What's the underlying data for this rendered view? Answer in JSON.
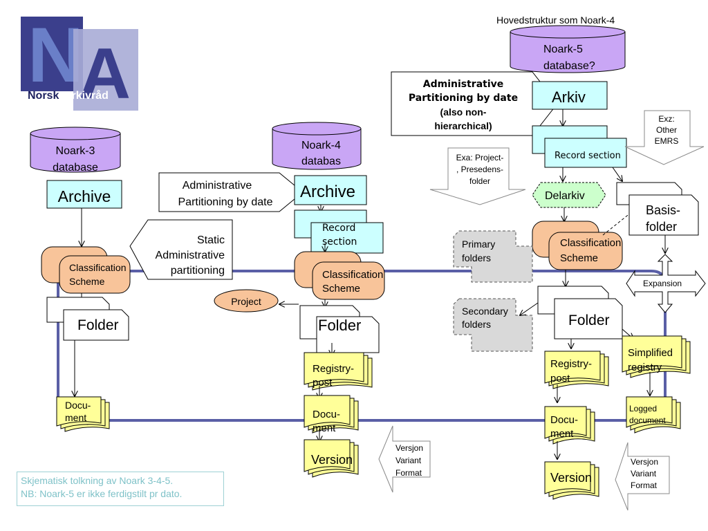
{
  "logo": {
    "letters_primary": "N",
    "letters_secondary": "A",
    "wordmark_1": "Norsk",
    "wordmark_2": "Arkivråd"
  },
  "header": {
    "top_title": "Hovedstruktur som Noark-4"
  },
  "colors": {
    "database": "#c9a6f5",
    "archive": "#ccffff",
    "classification": "#f8c49a",
    "document": "#ffff99",
    "delarkiv": "#ccffcc",
    "folder_gray": "#d9d9d9",
    "timeline": "#5a5fa6"
  },
  "noark3": {
    "database": [
      "Noark-3",
      "database"
    ],
    "archive": "Archive",
    "classification": [
      "Classification",
      "Scheme"
    ],
    "folder": "Folder",
    "document": [
      "Docu-",
      "ment"
    ],
    "callout": [
      "Static",
      "Administrative",
      "partitioning"
    ]
  },
  "noark4": {
    "database": [
      "Noark-4",
      "databas"
    ],
    "archive": "Archive",
    "record_section": [
      "Record",
      "section"
    ],
    "classification": [
      "Classification",
      "Scheme"
    ],
    "project": "Project",
    "folder": "Folder",
    "registry": [
      "Registry-",
      "post"
    ],
    "document": [
      "Docu-",
      "ment"
    ],
    "version": "Version",
    "callout": [
      "Administrative",
      "Partitioning by date"
    ],
    "version_note": [
      "Versjon",
      "Variant",
      "Format"
    ]
  },
  "noark5": {
    "database": [
      "Noark-5",
      "database?"
    ],
    "arkiv": "Arkiv",
    "record_section": "Record section",
    "delarkiv": "Delarkiv",
    "classification": [
      "Classification",
      "Scheme"
    ],
    "basis_folder": [
      "Basis-",
      "folder"
    ],
    "expansion": "Expansion",
    "primary_folders": [
      "Primary",
      "folders"
    ],
    "secondary_folders": [
      "Secondary",
      "folders"
    ],
    "folder": "Folder",
    "registry": [
      "Registry-",
      "post"
    ],
    "simplified_registry": [
      "Simplified",
      "registry"
    ],
    "document": [
      "Docu-",
      "ment"
    ],
    "logged_document": [
      "Logged",
      "document"
    ],
    "version": "Version",
    "callout": [
      "Administrative",
      "Partitioning by date",
      "(also non-",
      "hierarchical)"
    ],
    "exa_project": [
      "Exa: Project-",
      ", Presedens-",
      "folder"
    ],
    "exz_other": [
      "Exz:",
      "Other",
      "EMRS"
    ],
    "version_note": [
      "Versjon",
      "Variant",
      "Format"
    ]
  },
  "footnote": [
    "Skjematisk tolkning av Noark 3-4-5.",
    "NB: Noark-5 er ikke ferdigstilt pr dato."
  ]
}
